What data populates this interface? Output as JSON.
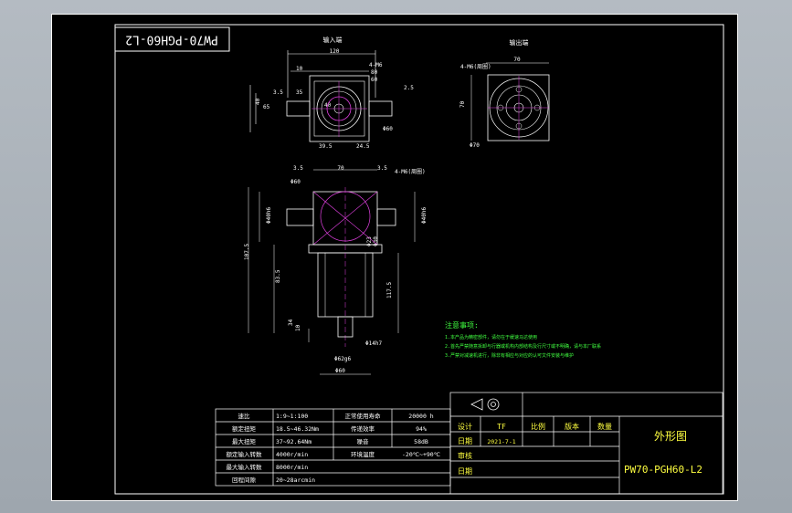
{
  "drawing": {
    "title_block_code_rotated": "PW70-PGH60-L2",
    "views": {
      "input_end_label": "输入端",
      "output_end_label": "输出端"
    },
    "dims_top_left": [
      "120",
      "10",
      "4-M6",
      "80",
      "60",
      "65",
      "3.5",
      "35",
      "40",
      "2.5",
      "Φ60",
      "39.5",
      "24.5"
    ],
    "dims_top_right": [
      "70",
      "4-M6(周圈)",
      "70",
      "Φ70"
    ],
    "dims_main": [
      "3.5",
      "70",
      "3.5",
      "4-M6(周圈)",
      "Φ60",
      "Φ40h6",
      "Φ40h6",
      "107.5",
      "83.5",
      "Φ23",
      "Φ30",
      "117.5",
      "34",
      "10",
      "Φ14h7",
      "Φ62g6",
      "Φ60"
    ],
    "notes": {
      "title": "注意事项:",
      "lines": [
        "1.本产品为精密部件，请勿在于缓速马达使用",
        "2.首先严禁随意拆卸与行器或机构内部结构及行尺寸或不明确，请与本厂联系",
        "3.严禁对减速机进行，除非有相应与对应的认可文件安装与维护"
      ]
    },
    "specs": {
      "rows": [
        [
          "速比",
          "1:9~1:100",
          "正常使用寿命",
          "20000 h"
        ],
        [
          "额定扭矩",
          "18.5~46.32Nm",
          "传递效率",
          "94%"
        ],
        [
          "最大扭矩",
          "37~92.64Nm",
          "噪音",
          "58dB"
        ],
        [
          "额定输入转数",
          "4000r/min",
          "环境温度",
          "-20℃~+90℃"
        ],
        [
          "最大输入转数",
          "8000r/min",
          "",
          ""
        ],
        [
          "回程间隙",
          "20~28arcmin",
          "",
          ""
        ]
      ]
    },
    "titleblock": {
      "labels": [
        "设计",
        "日期",
        "审核",
        "日期",
        "比例",
        "版本",
        "数量"
      ],
      "designer": "TF",
      "date": "2021-7-1",
      "drawing_name": "外形图",
      "drawing_code": "PW70-PGH60-L2"
    }
  }
}
